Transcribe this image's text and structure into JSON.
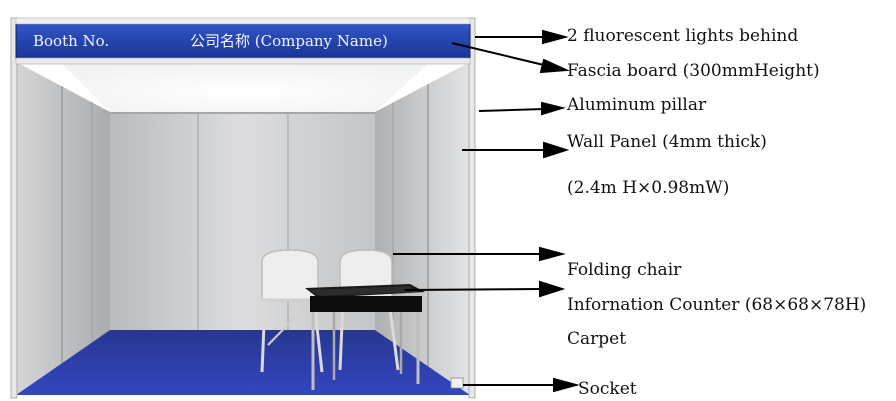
{
  "fascia": {
    "booth_label": "Booth No.",
    "company_label": "公司名称 (Company Name)"
  },
  "labels": {
    "lights": "2 fluorescent lights behind",
    "fascia_board": "Fascia board (300mmHeight)",
    "pillar": "Aluminum pillar",
    "wall_panel": "Wall Panel (4mm thick)",
    "wall_size": "(2.4m H×0.98mW)",
    "chair": "Folding chair",
    "counter": "Infornation Counter (68×68×78H)",
    "carpet": "Carpet",
    "socket": "Socket"
  },
  "colors": {
    "fascia_blue": "#1f3fa8",
    "carpet_blue": "#2a3fb0",
    "wall_grey": "#c9cacb",
    "pillar": "#e8e8e8"
  }
}
